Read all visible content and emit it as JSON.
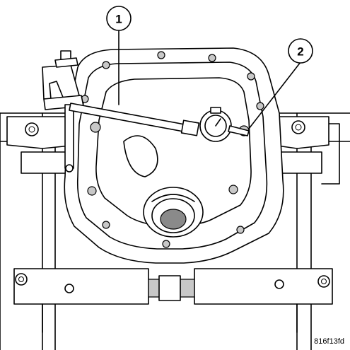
{
  "figure": {
    "callouts": [
      {
        "label": "1"
      },
      {
        "label": "2"
      }
    ],
    "figure_id": "816f13fd"
  }
}
